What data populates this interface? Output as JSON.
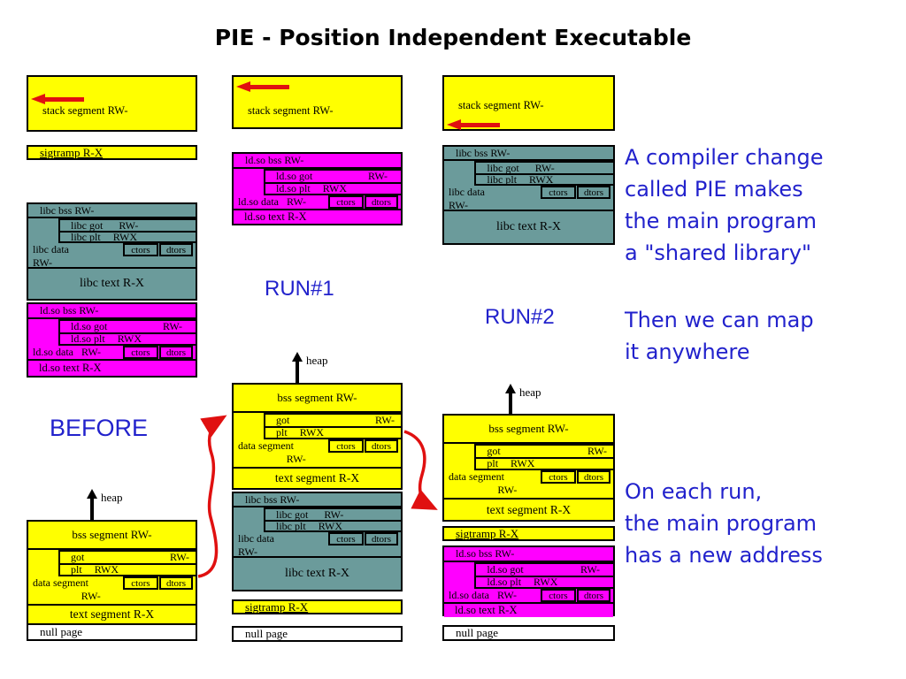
{
  "title": "PIE - Position Independent Executable",
  "labels": {
    "before": "BEFORE",
    "run1": "RUN#1",
    "run2": "RUN#2",
    "heap": "heap"
  },
  "annotations": {
    "compiler": [
      "A compiler change",
      "called PIE makes",
      "the main program",
      "a \"shared library\""
    ],
    "map": [
      "Then we can map",
      "it anywhere"
    ],
    "address": [
      "On each run,",
      "the main program",
      "has a new address"
    ]
  },
  "segments": {
    "stack": "stack segment RW-",
    "sigtramp": "sigtramp R-X",
    "nullpage": "null page",
    "libc": {
      "bss": "libc bss RW-",
      "got": "libc got",
      "got_perm": "RW-",
      "plt": "libc plt",
      "plt_perm": "RWX",
      "data": "libc data",
      "data_perm": "RW-",
      "ctors": "ctors",
      "dtors": "dtors",
      "text": "libc text R-X"
    },
    "ldso": {
      "bss": "ld.so bss RW-",
      "got": "ld.so got",
      "got_perm": "RW-",
      "plt": "ld.so plt",
      "plt_perm": "RWX",
      "data": "ld.so data",
      "data_perm": "RW-",
      "ctors": "ctors",
      "dtors": "dtors",
      "text": "ld.so text R-X"
    },
    "main": {
      "bss": "bss segment RW-",
      "got": "got",
      "got_perm": "RW-",
      "plt": "plt",
      "plt_perm": "RWX",
      "data": "data segment",
      "data_perm": "RW-",
      "ctors": "ctors",
      "dtors": "dtors",
      "text": "text segment R-X"
    }
  },
  "icons": {
    "stack_arrow": "left-arrow-icon",
    "heap_arrow": "up-arrow-icon",
    "flow_before_to_run1": "curved-arrow-icon",
    "flow_run1_to_run2": "curved-arrow-icon"
  },
  "colors": {
    "yellow": "#FFFF00",
    "magenta": "#FF00FF",
    "teal": "#6B9B9B",
    "red": "#E01010",
    "blue": "#2222CC",
    "black": "#000000",
    "white": "#FFFFFF"
  }
}
